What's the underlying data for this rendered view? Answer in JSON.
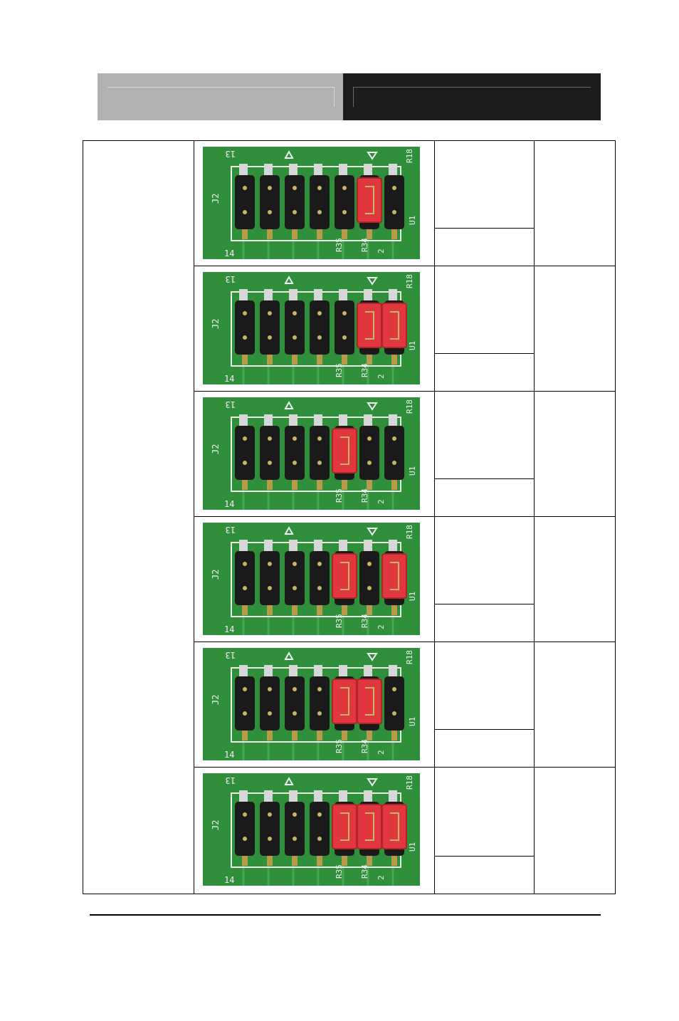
{
  "colors": {
    "header_left": "#b1b1b1",
    "header_right": "#1c1c1c",
    "pcb": "#2f8f3a",
    "jumper": "#e0383e",
    "pin": "#1a1a1a"
  },
  "board": {
    "top_label": "13",
    "bottom_label": "14",
    "side_label": "J2",
    "right_label": "R18",
    "right_label2": "U1",
    "bottom_r35": "R35",
    "bottom_r34": "R34",
    "bottom_two": "2"
  },
  "rows": [
    {
      "jumpers": [
        5
      ]
    },
    {
      "jumpers": [
        5,
        6
      ]
    },
    {
      "jumpers": [
        4
      ]
    },
    {
      "jumpers": [
        4,
        6
      ]
    },
    {
      "jumpers": [
        4,
        5
      ]
    },
    {
      "jumpers": [
        4,
        5,
        6
      ]
    }
  ]
}
